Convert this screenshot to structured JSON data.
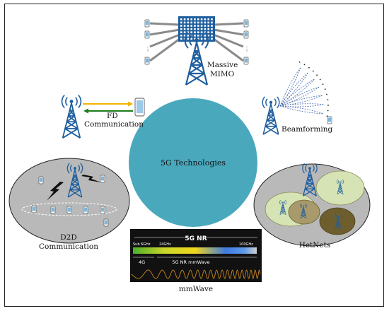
{
  "colors": {
    "tower": "#1f5f9e",
    "central_circle": "#4aa8bd",
    "ellipse_gray": "#b9b9b9",
    "cell_green": "#d6e3b4",
    "cell_brown": "#a89a6a",
    "cell_dark": "#6e5e2e",
    "fd_arrow_forward": "#f0b400",
    "fd_arrow_back": "#1e7a1e",
    "array_panel": "#1f5f9e",
    "spectrum_bg": "#111111"
  },
  "center": {
    "label": "5G Technologies"
  },
  "massive_mimo": {
    "label_line1": "Massive",
    "label_line2": "MIMO"
  },
  "beamforming": {
    "label": "Beamforming"
  },
  "fd": {
    "label_line1": "FD",
    "label_line2": "Communication"
  },
  "d2d": {
    "label_line1": "D2D",
    "label_line2": "Communication"
  },
  "hetnets": {
    "label": "HetNets"
  },
  "mmwave": {
    "label": "mmWave",
    "band_title": "5G NR",
    "sub6": "Sub 6GHz",
    "freq_24": "24GHz",
    "freq_100": "100GHz",
    "lte": "4G",
    "mmwave_band": "5G NR mmWave"
  }
}
